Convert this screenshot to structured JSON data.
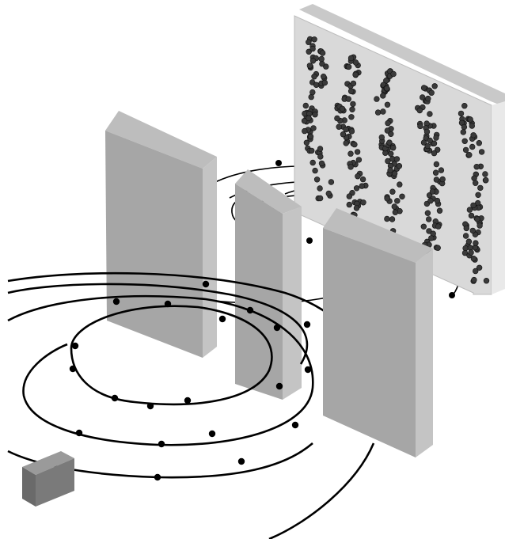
{
  "diagram": {
    "components": {
      "source": "particle-source",
      "barriers": [
        "first-barrier",
        "double-slit-barrier-left",
        "double-slit-barrier-right"
      ],
      "screen": "detection-screen",
      "wavefronts": "circular-wavefronts",
      "hits": "particle-hits"
    },
    "colors": {
      "background": "#ffffff",
      "ink": "#000000",
      "barrier_front": "#a6a6a6",
      "barrier_side": "#c4c4c4",
      "barrier_top": "#bdbdbd",
      "screen_face": "#d9d9d9",
      "screen_side": "#e9e9e9",
      "screen_top": "#c9c9c9",
      "source_front": "#7a7a7a",
      "source_top": "#9a9a9a",
      "source_side": "#6a6a6a",
      "hit": "#3a3a3a"
    },
    "interference_bands": 5
  }
}
